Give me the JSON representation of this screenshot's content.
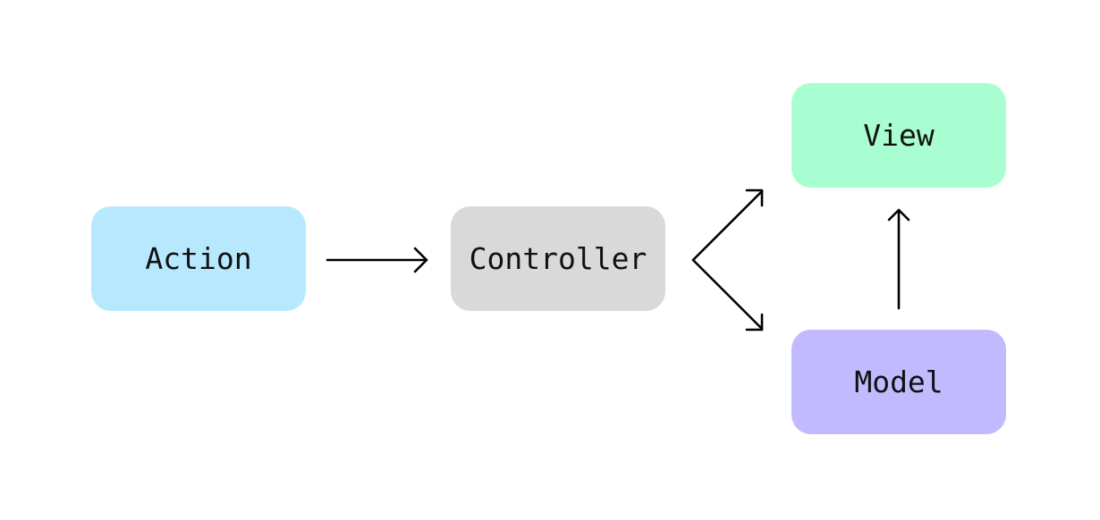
{
  "diagram": {
    "nodes": [
      {
        "id": "action",
        "label": "Action",
        "color": "#b7e9fe"
      },
      {
        "id": "controller",
        "label": "Controller",
        "color": "#d9d9d9"
      },
      {
        "id": "view",
        "label": "View",
        "color": "#a8fed0"
      },
      {
        "id": "model",
        "label": "Model",
        "color": "#c2baff"
      }
    ],
    "edges": [
      {
        "from": "action",
        "to": "controller"
      },
      {
        "from": "controller",
        "to": "view"
      },
      {
        "from": "controller",
        "to": "model"
      },
      {
        "from": "model",
        "to": "view"
      }
    ],
    "edge_color": "#000000"
  }
}
